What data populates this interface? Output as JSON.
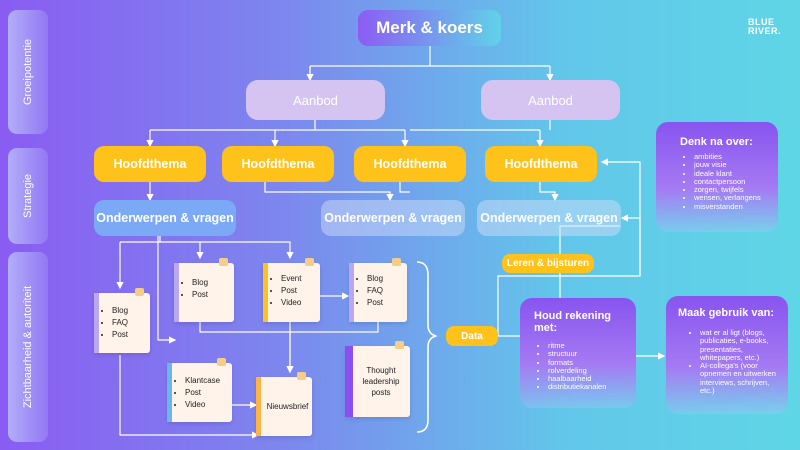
{
  "logo": {
    "line1": "BLUE",
    "line2": "RIVER."
  },
  "sidebar": {
    "groeipotentie": "Groeipotentie",
    "strategie": "Strategie",
    "zichtbaarheid": "Zichtbaarheid & autoriteit"
  },
  "title": "Merk & koers",
  "aanbod": [
    "Aanbod",
    "Aanbod"
  ],
  "hoofdthema": [
    "Hoofdthema",
    "Hoofdthema",
    "Hoofdthema",
    "Hoofdthema"
  ],
  "onderwerpen": [
    "Onderwerpen & vragen",
    "Onderwerpen & vragen",
    "Onderwerpen & vragen"
  ],
  "cards": {
    "blog_faq_post": [
      "Blog",
      "FAQ",
      "Post"
    ],
    "blog_post": [
      "Blog",
      "Post"
    ],
    "event_post_video": [
      "Event",
      "Post",
      "Video"
    ],
    "blog_faq_post_2": [
      "Blog",
      "FAQ",
      "Post"
    ],
    "klantcase_post_video": [
      "Klantcase",
      "Post",
      "Video"
    ],
    "nieuwsbrief": "Nieuwsbrief",
    "thought_leadership": "Thought leadership posts"
  },
  "tags": {
    "data": "Data",
    "leren": "Leren & bijsturen"
  },
  "denk_na": {
    "title": "Denk na over:",
    "items": [
      "ambities",
      "jouw visie",
      "ideale klant",
      "contactpersoon",
      "zorgen, twijfels",
      "wensen, verlangens",
      "misverstanden"
    ]
  },
  "houd_rekening": {
    "title": "Houd rekening met:",
    "items": [
      "ritme",
      "structuur",
      "formats",
      "rolverdeling",
      "haalbaarheid",
      "distributiekanalen"
    ]
  },
  "maak_gebruik": {
    "title": "Maak gebruik van:",
    "items": [
      "wat er al ligt (blogs, publicaties, e-books, presentaties, whitepapers, etc.)",
      "AI-collega's (voor opnemen en uitwerken interviews, schrijven, etc.)"
    ]
  },
  "colors": {
    "yellow": "#ffc21a",
    "purple": "#8854ef",
    "lavender": "#d5c3f2",
    "card": "#fff3ea"
  }
}
